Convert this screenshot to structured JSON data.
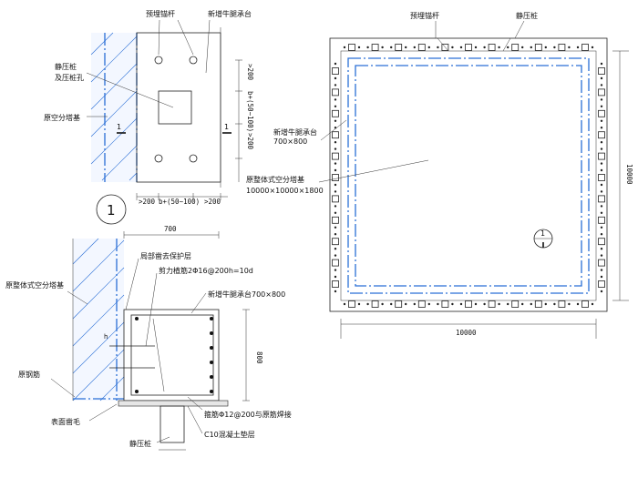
{
  "detail_plan": {
    "label_anchor": "预埋锚杆",
    "label_new_cap": "新增牛腿承台",
    "label_pile": "静压桩",
    "label_pile_hole": "及压桩孔",
    "label_original_base": "原空分塔基",
    "section_mark": "1",
    "dim_a": ">200",
    "dim_b": "b+(50~100)",
    "dim_c": ">200"
  },
  "detail_number": "1",
  "section": {
    "dim_top": "700",
    "label_remove_cover": "局部凿去保护层",
    "label_shear_bar": "剪力植筋2Φ16@200h=10d",
    "label_new_cap": "新增牛腿承台700×800",
    "label_original_base": "原整体式空分塔基",
    "label_original_rebar": "原钢筋",
    "label_roughen": "表面凿毛",
    "label_pile": "静压桩",
    "label_stirrup": "箍筋Φ12@200与原筋焊接",
    "label_cushion": "C10混凝土垫层",
    "dim_height": "800",
    "label_h": "h"
  },
  "plan": {
    "label_anchor": "预埋锚杆",
    "label_pile": "静压桩",
    "label_new_cap": "新增牛腿承台",
    "label_new_cap_size": "700×800",
    "label_original_base": "原整体式空分塔基",
    "label_original_base_size": "10000×10000×1800",
    "dim_width": "10000",
    "dim_height": "10000",
    "section_mark": "1"
  },
  "colors": {
    "line": "#222222",
    "accent": "#2a6fd6",
    "concrete": "#eeeeee"
  }
}
